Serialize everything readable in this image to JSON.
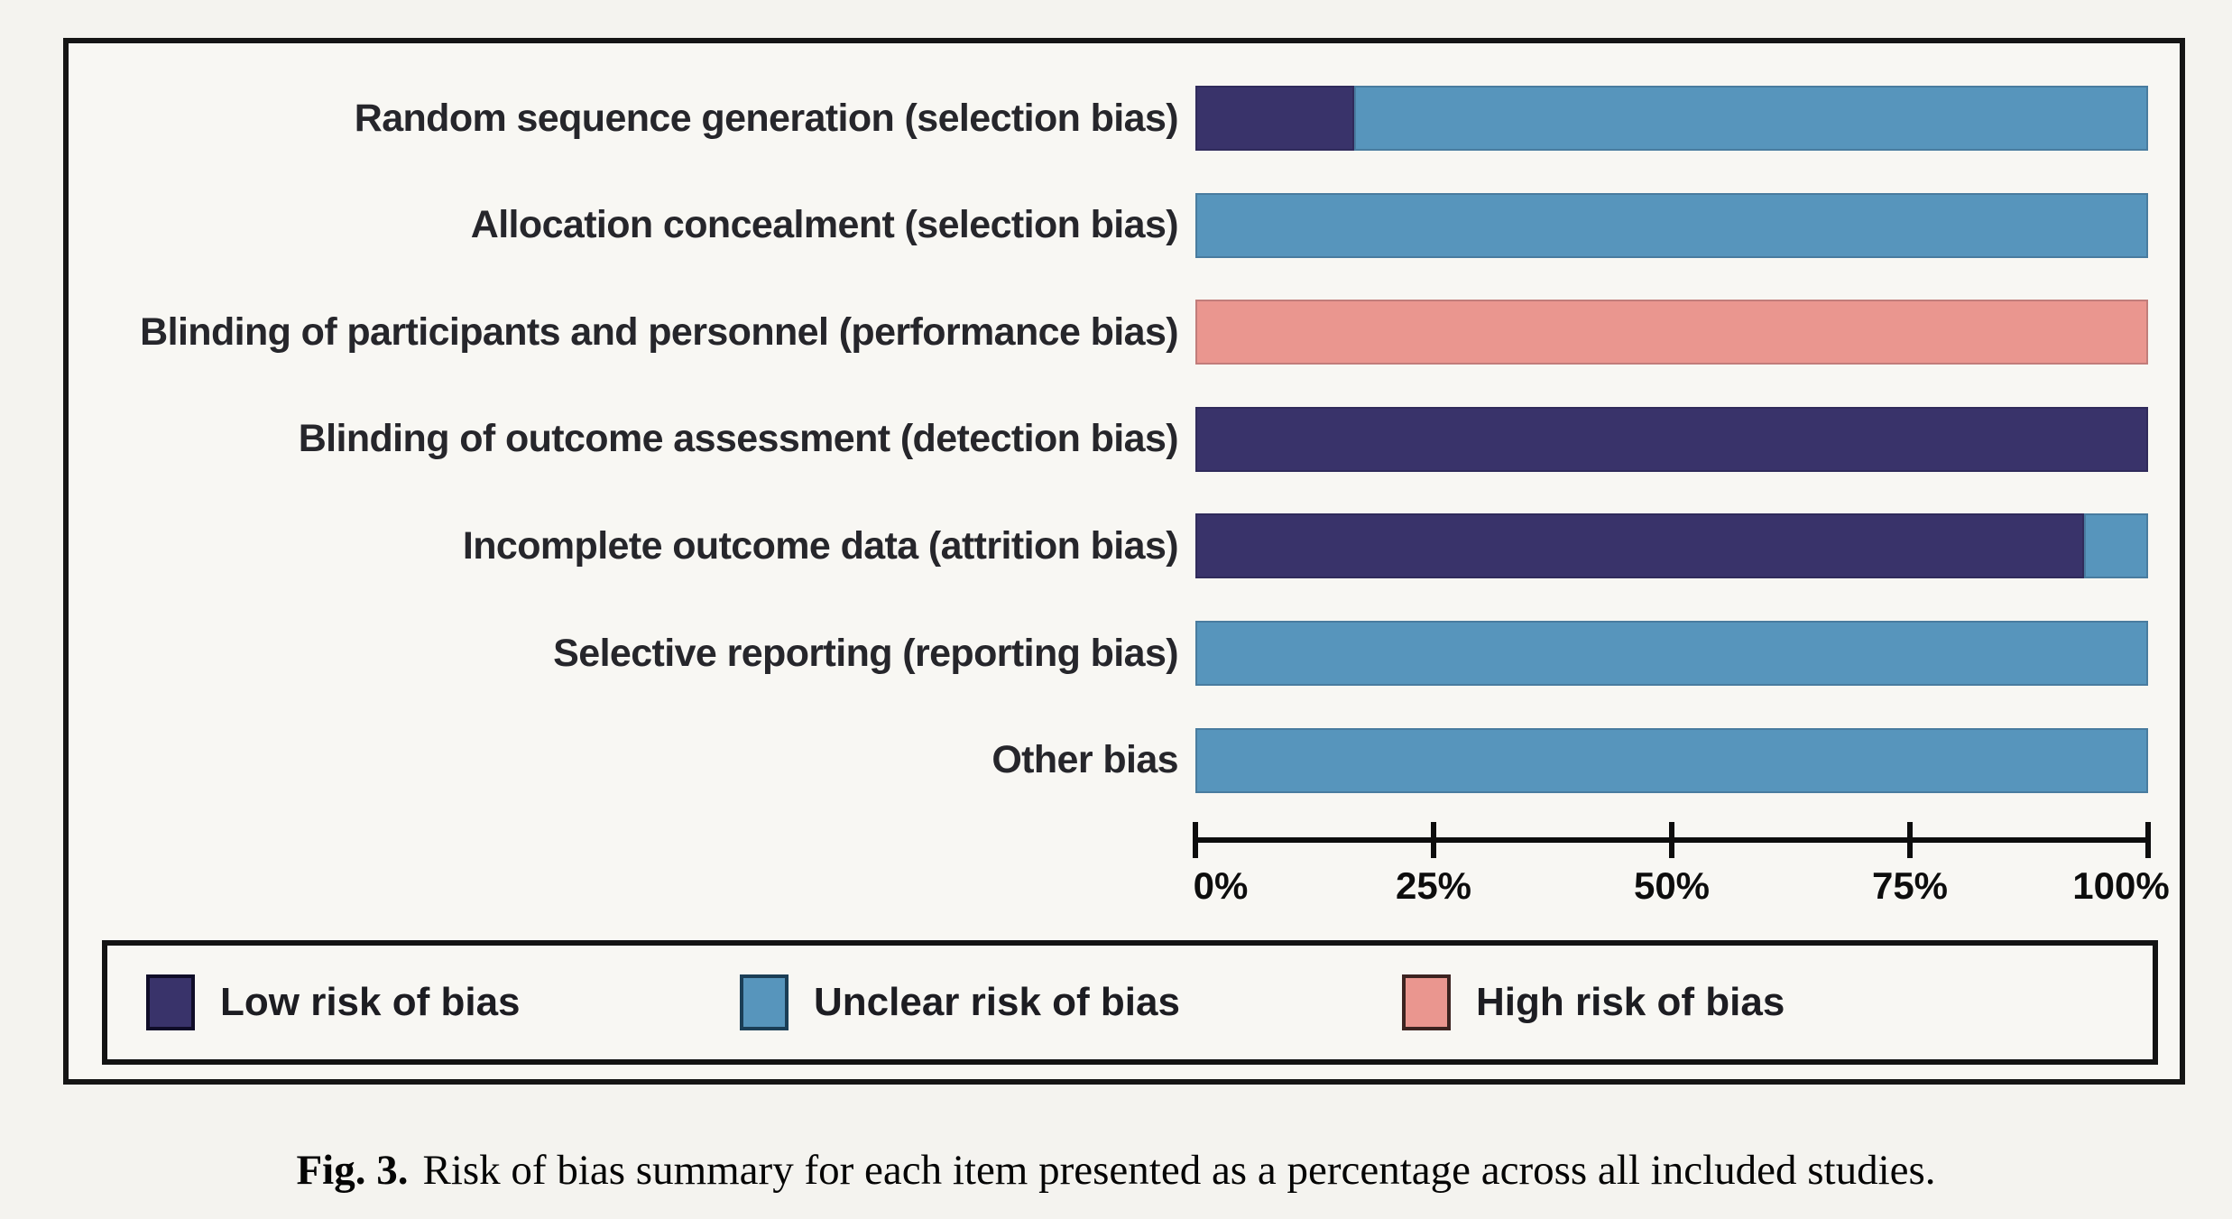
{
  "figure": {
    "caption": {
      "label": "Fig. 3.",
      "text": "Risk of bias summary for each item presented as a percentage across all included studies."
    }
  },
  "chart_data": {
    "type": "bar",
    "orientation": "horizontal_stacked",
    "title": "",
    "xlabel": "",
    "ylabel": "",
    "xlim": [
      0,
      100
    ],
    "grid": false,
    "legend_position": "bottom",
    "categories": [
      "Random sequence generation (selection bias)",
      "Allocation concealment (selection bias)",
      "Blinding of participants and personnel (performance bias)",
      "Blinding of outcome assessment (detection bias)",
      "Incomplete outcome data (attrition bias)",
      "Selective reporting (reporting bias)",
      "Other bias"
    ],
    "series": [
      {
        "name": "Low risk of bias",
        "color": "#39336A",
        "values": [
          16.7,
          0,
          0,
          100,
          93.3,
          0,
          0
        ]
      },
      {
        "name": "Unclear risk of bias",
        "color": "#5795BC",
        "values": [
          83.3,
          100,
          0,
          0,
          6.7,
          100,
          100
        ]
      },
      {
        "name": "High risk of bias",
        "color": "#EA968F",
        "values": [
          0,
          0,
          100,
          0,
          0,
          0,
          0
        ]
      }
    ],
    "x_ticks": [
      {
        "value": 0,
        "label": "0%"
      },
      {
        "value": 25,
        "label": "25%"
      },
      {
        "value": 50,
        "label": "50%"
      },
      {
        "value": 75,
        "label": "75%"
      },
      {
        "value": 100,
        "label": "100%"
      }
    ]
  },
  "legend": {
    "items": [
      {
        "label": "Low risk of bias",
        "color": "#39336A",
        "border": "#100d28"
      },
      {
        "label": "Unclear risk of bias",
        "color": "#5795BC",
        "border": "#1b3e56"
      },
      {
        "label": "High risk of bias",
        "color": "#EA968F",
        "border": "#3c2320"
      }
    ]
  }
}
